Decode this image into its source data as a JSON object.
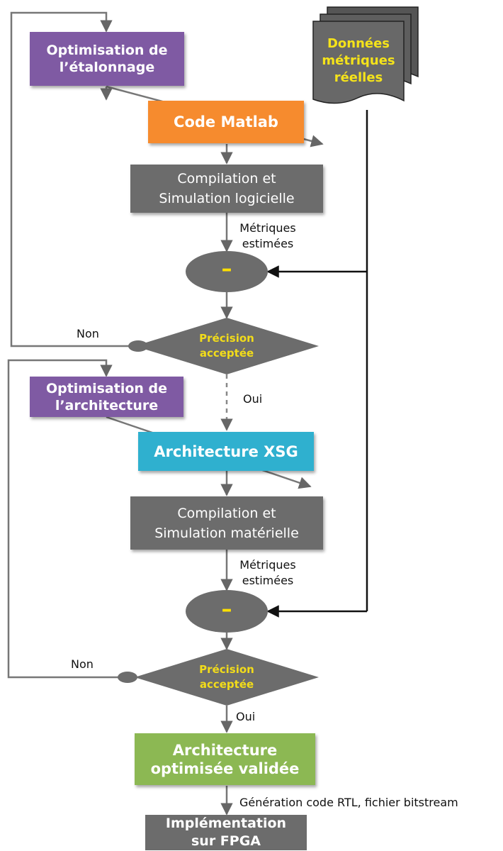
{
  "data_doc": "Données\nmétriques\nréelles",
  "stage1": {
    "optim": "Optimisation de\nl’étalonnage",
    "code": "Code Matlab",
    "compile": "Compilation et\nSimulation logicielle",
    "metrics": "Métriques\nestimées",
    "minus": "–",
    "decision": "Précision\nacceptée",
    "no": "Non",
    "yes": "Oui"
  },
  "stage2": {
    "optim": "Optimisation de\nl’architecture",
    "code": "Architecture XSG",
    "compile": "Compilation et\nSimulation matérielle",
    "metrics": "Métriques\nestimées",
    "minus": "–",
    "decision": "Précision\nacceptée",
    "no": "Non",
    "yes": "Oui"
  },
  "validated": "Architecture\noptimisée validée",
  "generation": "Génération code RTL, fichier bitstream",
  "fpga": "Implémentation\nsur FPGA",
  "colors": {
    "purple": "#7f5aa3",
    "orange": "#f68b2e",
    "cyan": "#2fb0cf",
    "green": "#8cb853",
    "gray": "#6c6c6c",
    "yellow_text": "#f2dc1a"
  }
}
